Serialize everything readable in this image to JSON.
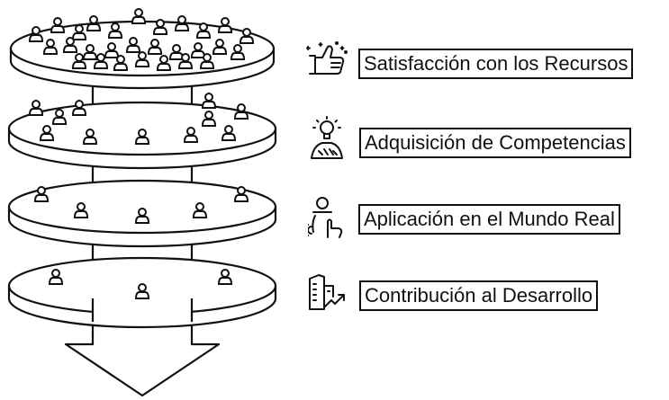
{
  "levels": [
    {
      "label": "Satisfacción con los Recursos",
      "icon": "thumbs-up-icon"
    },
    {
      "label": "Adquisición de Competencias",
      "icon": "person-lightbulb-icon"
    },
    {
      "label": "Aplicación en el Mundo Real",
      "icon": "person-touch-icon"
    },
    {
      "label": "Contribución al Desarrollo",
      "icon": "building-growth-icon"
    }
  ],
  "colors": {
    "stroke": "#111111",
    "fill": "#ffffff"
  }
}
